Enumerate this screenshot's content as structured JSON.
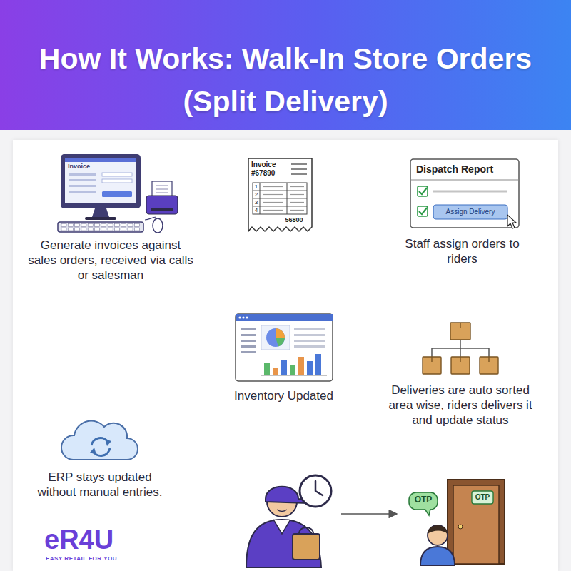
{
  "diagram": {
    "title": "How It Works: Walk-In Store Orders (Split Delivery)",
    "nodes": [
      {
        "text": [
          "Invoice",
          "Generate invoices against sales orders, received via calls or salesman"
        ]
      },
      {
        "text": [
          "Invoice #67890",
          "1",
          "2",
          "3",
          "4",
          "56800"
        ]
      },
      {
        "text": [
          "Dispatch Report",
          "Assign Delivery",
          "Staff assign orders to riders"
        ]
      },
      {
        "text": [
          "Deliveries are auto sorted area wise, riders delivers it and update status"
        ]
      },
      {
        "text": [
          "Inventory Updated"
        ]
      },
      {
        "text": [
          "ERP stays updated without manual entries."
        ]
      },
      {
        "text": [
          "OTP",
          "OTP"
        ]
      }
    ],
    "edges": [
      {
        "from": 0,
        "to": 1,
        "arrow": "to"
      },
      {
        "from": 1,
        "to": 2,
        "arrow": "to"
      },
      {
        "from": 2,
        "to": 3,
        "arrow": "to"
      },
      {
        "from": 3,
        "to": 4,
        "arrow": "to"
      },
      {
        "from": 4,
        "to": 5,
        "arrow": "to"
      },
      {
        "from": 3,
        "to": 6,
        "arrow": "to"
      }
    ],
    "labels": [
      "eR4U",
      "EASY RETAIL FOR YOU"
    ]
  }
}
